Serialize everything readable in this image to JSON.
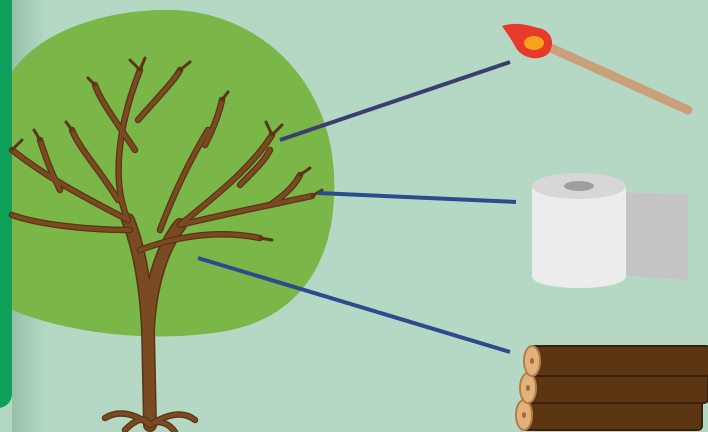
{
  "scene": {
    "background_color": "#b4d8c4",
    "side_tab_color": "#0e9f5a",
    "items": [
      {
        "name": "tree",
        "icon": "tree-with-branches",
        "canopy_color": "#7ab648",
        "trunk_color": "#7a4a22"
      },
      {
        "name": "match",
        "icon": "lit-match",
        "flame_color": "#e8392a"
      },
      {
        "name": "toilet-paper",
        "icon": "toilet-paper-roll",
        "color": "#e6e6e6"
      },
      {
        "name": "logs",
        "icon": "stacked-wood-logs",
        "color": "#5c3612"
      }
    ],
    "connections": [
      {
        "from": "tree",
        "to": "match",
        "color": "#3c3f6e"
      },
      {
        "from": "tree",
        "to": "toilet-paper",
        "color": "#2d4a8f"
      },
      {
        "from": "tree",
        "to": "logs",
        "color": "#2d4a8f"
      }
    ]
  }
}
